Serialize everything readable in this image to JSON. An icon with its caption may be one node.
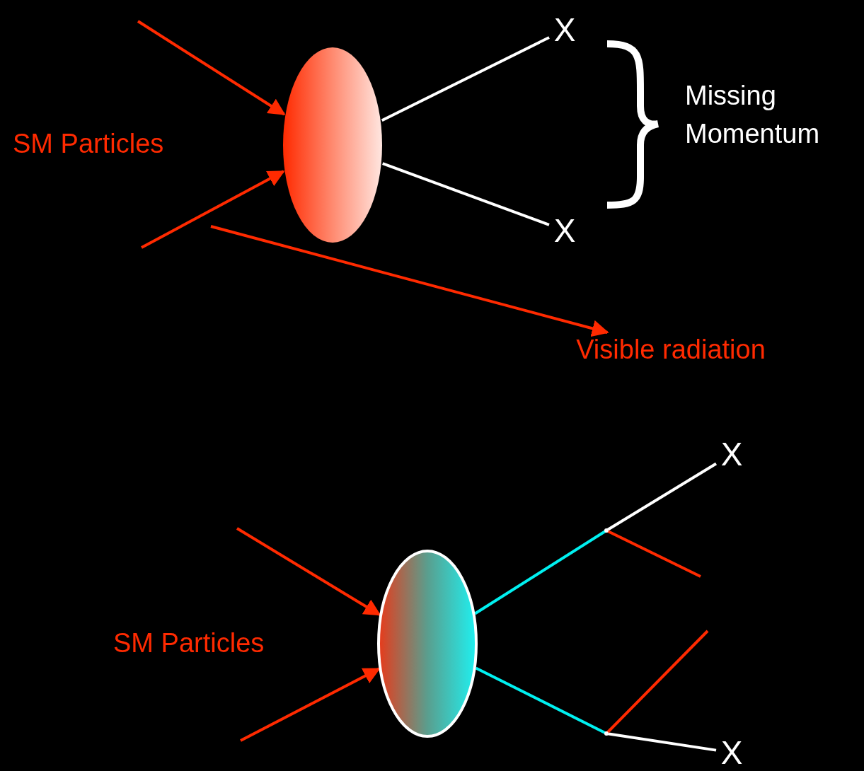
{
  "diagram": {
    "nodes": [
      {
        "text": [],
        "shape": "ellipse"
      },
      {
        "text": [
          "X"
        ]
      },
      {
        "text": [
          "X"
        ]
      },
      {
        "text": [
          "Visible radiation"
        ]
      },
      {
        "text": [],
        "shape": "ellipse"
      },
      {
        "text": [],
        "shape": "point"
      },
      {
        "text": [
          "X"
        ]
      },
      {
        "text": [],
        "shape": "point"
      },
      {
        "text": [
          "X"
        ]
      }
    ],
    "edges": [
      {
        "from": null,
        "to": 0,
        "arrow": "to"
      },
      {
        "from": null,
        "to": 0,
        "arrow": "to"
      },
      {
        "from": 0,
        "to": 1,
        "arrow": "none",
        "color": "#ffffff"
      },
      {
        "from": 0,
        "to": 2,
        "arrow": "none",
        "color": "#ffffff"
      },
      {
        "from": null,
        "to": 3,
        "arrow": "to"
      },
      {
        "from": null,
        "to": 4,
        "arrow": "to"
      },
      {
        "from": null,
        "to": 4,
        "arrow": "to"
      },
      {
        "from": 4,
        "to": 5,
        "arrow": "none",
        "color": "#00f0f0"
      },
      {
        "from": 5,
        "to": 6,
        "arrow": "none",
        "color": "#ffffff"
      },
      {
        "from": 5,
        "to": null,
        "arrow": "none"
      },
      {
        "from": 4,
        "to": 7,
        "arrow": "none",
        "color": "#00f0f0"
      },
      {
        "from": 7,
        "to": 8,
        "arrow": "none",
        "color": "#ffffff"
      },
      {
        "from": 7,
        "to": null,
        "arrow": "none"
      }
    ],
    "labels": [
      "SM Particles",
      "Missing Momentum",
      "SM Particles"
    ]
  }
}
